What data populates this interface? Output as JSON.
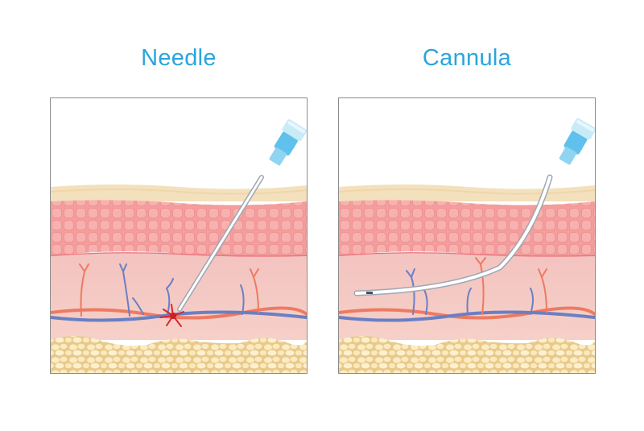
{
  "panels": [
    {
      "id": "needle",
      "title": "Needle"
    },
    {
      "id": "cannula",
      "title": "Cannula"
    }
  ],
  "colors": {
    "title": "#2aa5dc",
    "epidermis_top": "#f5e3c4",
    "epidermis_cells": "#f2a0a0",
    "dermis": "#f6c8c2",
    "fat": "#f8e2b0",
    "vein": "#6a7fc4",
    "artery": "#ee7a62",
    "hub": "#8fd4f1"
  }
}
